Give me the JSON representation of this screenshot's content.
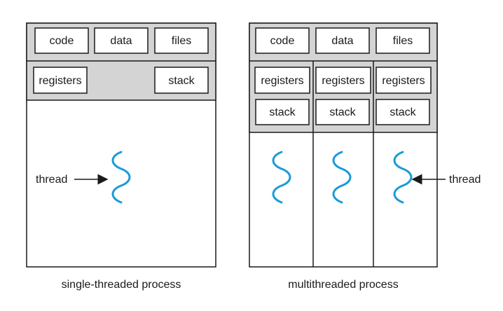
{
  "colors": {
    "panel_gray": "#d4d4d4",
    "border": "#1a1a1a",
    "thread_blue": "#1a9bd7",
    "box_fill": "#ffffff"
  },
  "single": {
    "shared_row": [
      "code",
      "data",
      "files"
    ],
    "registers": "registers",
    "stack": "stack",
    "thread_label": "thread",
    "caption": "single-threaded process"
  },
  "multi": {
    "shared_row": [
      "code",
      "data",
      "files"
    ],
    "registers": [
      "registers",
      "registers",
      "registers"
    ],
    "stacks": [
      "stack",
      "stack",
      "stack"
    ],
    "thread_label": "thread",
    "caption": "multithreaded process"
  }
}
